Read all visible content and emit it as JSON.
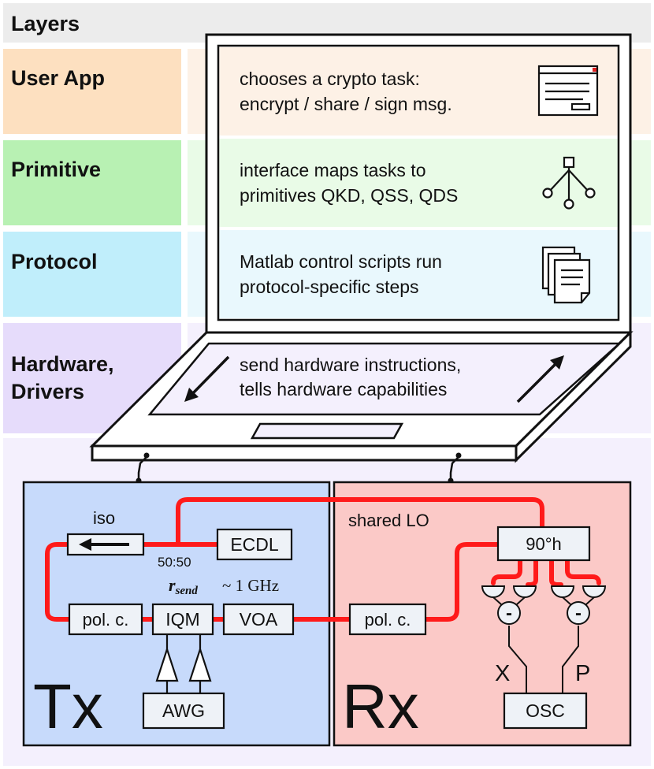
{
  "header": {
    "title": "Layers"
  },
  "layers": [
    {
      "id": "user-app",
      "label": "User App",
      "desc1": "chooses a crypto task:",
      "desc2": "encrypt / share / sign msg.",
      "icon": "window-icon",
      "color": "#fde0c0",
      "light": "#fdf1e6"
    },
    {
      "id": "primitive",
      "label": "Primitive",
      "desc1": "interface maps tasks to",
      "desc2": "primitives QKD, QSS, QDS",
      "icon": "tree-icon",
      "color": "#b8f1b3",
      "light": "#e9fbe7"
    },
    {
      "id": "protocol",
      "label": "Protocol",
      "desc1": "Matlab control scripts run",
      "desc2": "protocol-specific steps",
      "icon": "documents-icon",
      "color": "#c0eefb",
      "light": "#e9f8fd"
    },
    {
      "id": "hardware",
      "label1": "Hardware,",
      "label2": "Drivers",
      "desc1": "send hardware instructions,",
      "desc2": "tells hardware capabilities",
      "icon": "arrows-icon",
      "color": "#e6dcfb",
      "light": "#f4f0fd"
    }
  ],
  "tx": {
    "label": "Tx",
    "color": "#c7dafb",
    "iso": "iso",
    "ecdl": "ECDL",
    "splitter": "50:50",
    "rate_var": "r",
    "rate_sub": "send",
    "rate_value": "~ 1 GHz",
    "polc": "pol. c.",
    "iqm": "IQM",
    "voa": "VOA",
    "awg": "AWG"
  },
  "rx": {
    "label": "Rx",
    "color": "#fbc9c7",
    "shared_lo": "shared LO",
    "polc": "pol. c.",
    "hybrid": "90°h",
    "x": "X",
    "p": "P",
    "osc": "OSC",
    "minus": "-"
  },
  "colors": {
    "fiber": "#ff1a1a",
    "outline": "#111111"
  }
}
